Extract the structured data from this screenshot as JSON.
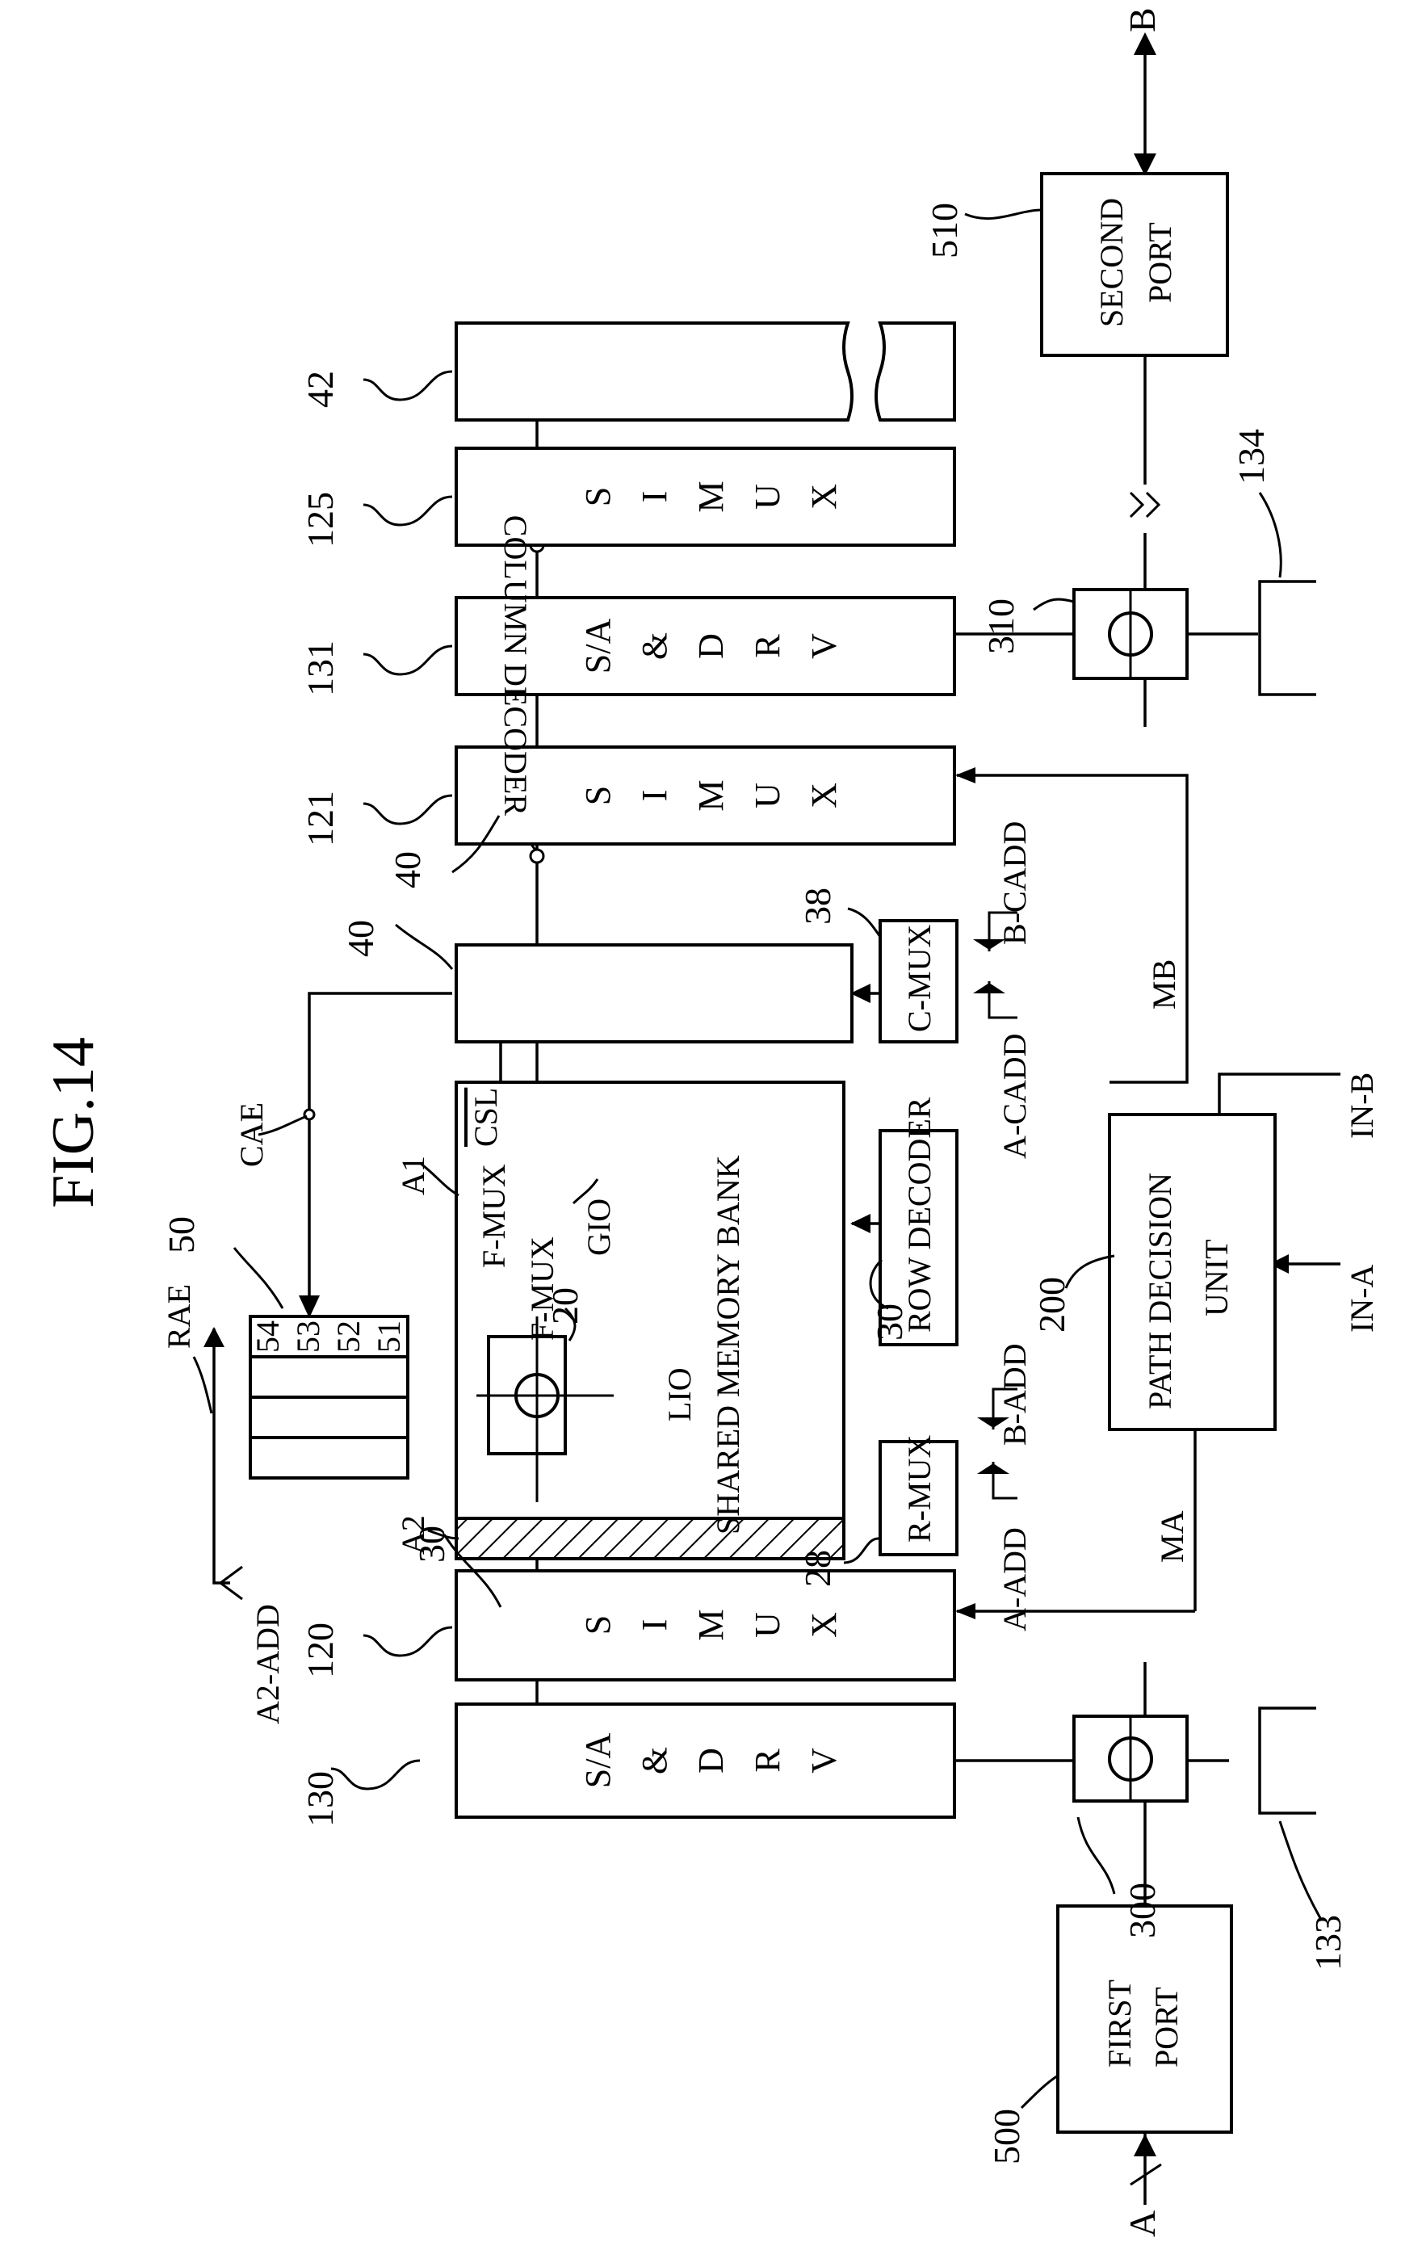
{
  "figure": {
    "title": "FIG.14"
  },
  "ports": {
    "first_line1": "FIRST",
    "first_line2": "PORT",
    "first_signal": "A",
    "second_line1": "SECOND",
    "second_line2": "PORT",
    "second_signal": "B"
  },
  "sadrv": {
    "l1": "S/A",
    "l2": "&",
    "l3": "D",
    "l4": "R",
    "l5": "V"
  },
  "simux": {
    "l1": "S",
    "l2": "I",
    "l3": "M",
    "l4": "U",
    "l5": "X"
  },
  "bank": {
    "name": "SHARED MEMORY BANK",
    "csl": "CSL",
    "fmux_a": "F-MUX",
    "fmux_b": "F-MUX",
    "gio": "GIO",
    "lio": "LIO"
  },
  "blocks": {
    "column_decoder": "COLUMN DECODER",
    "row_decoder": "ROW DECODER",
    "r_mux": "R-MUX",
    "c_mux": "C-MUX",
    "path_decision_l1": "PATH DECISION",
    "path_decision_l2": "UNIT"
  },
  "register": {
    "cells": [
      "54",
      "53",
      "52",
      "51"
    ]
  },
  "signals": {
    "rae": "RAE",
    "cae": "CAE",
    "a2_add": "A2-ADD",
    "a_add": "A-ADD",
    "b_add": "B-ADD",
    "a_cadd": "A-CADD",
    "b_cadd": "B-CADD",
    "ma": "MA",
    "mb": "MB",
    "in_a": "IN-A",
    "in_b": "IN-B",
    "a1": "A1",
    "a2": "A2"
  },
  "refs": {
    "r130": "130",
    "r120": "120",
    "r121": "121",
    "r131": "131",
    "r125": "125",
    "r42": "42",
    "r30a": "30",
    "r30b": "30",
    "r40a": "40",
    "r40b": "40",
    "r38": "38",
    "r28": "28",
    "r20": "20",
    "r50": "50",
    "r200": "200",
    "r300": "300",
    "r310": "310",
    "r500": "500",
    "r510": "510",
    "r133": "133",
    "r134": "134"
  }
}
